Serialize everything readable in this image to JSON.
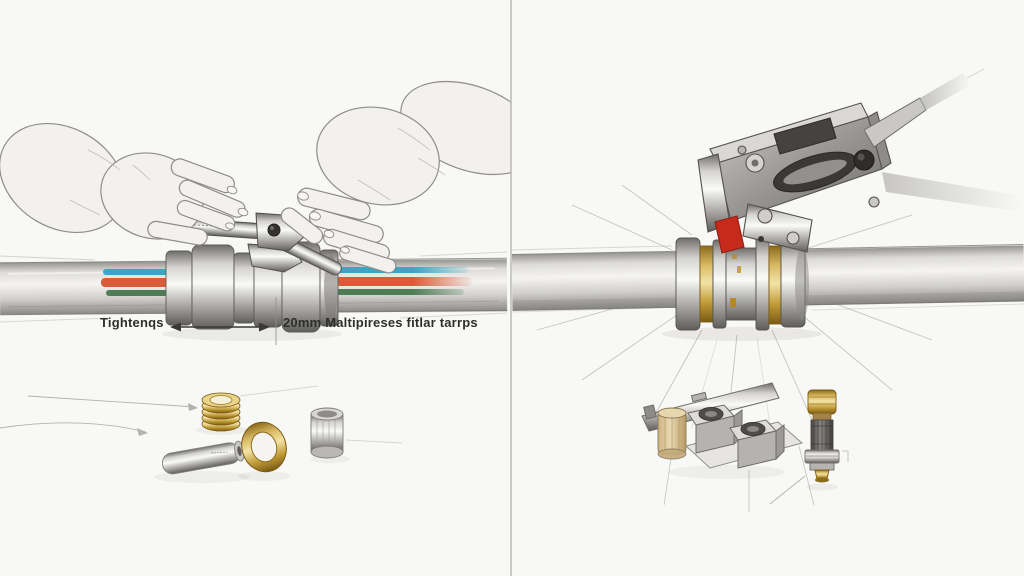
{
  "captions": {
    "tighten_label": "Tightenqs",
    "fitting_size_label": "20mm Maltipireses fitlar tarrps"
  },
  "palette": {
    "background": "#f8f8f6",
    "divider": "#c2c1be",
    "pencil_stroke": "#8f8d8a",
    "text": "#2e2e2c",
    "stripe_blue": "#3aa6c2",
    "stripe_red": "#d95b39",
    "stripe_green": "#4f7c55",
    "accent_red": "#c62a1a",
    "brass": "#c8a243",
    "tan": "#d8c09a",
    "metal_light": "#f2f2f1",
    "metal_dark": "#6f6e6c"
  },
  "parts": {
    "left_panel": [
      "brass-threaded-insert",
      "metal-tube",
      "brass-compression-ring",
      "metal-sleeve"
    ],
    "right_panel": [
      "press-jig-rail",
      "die-blocks",
      "brass-cylinder",
      "valve-fitting"
    ]
  }
}
